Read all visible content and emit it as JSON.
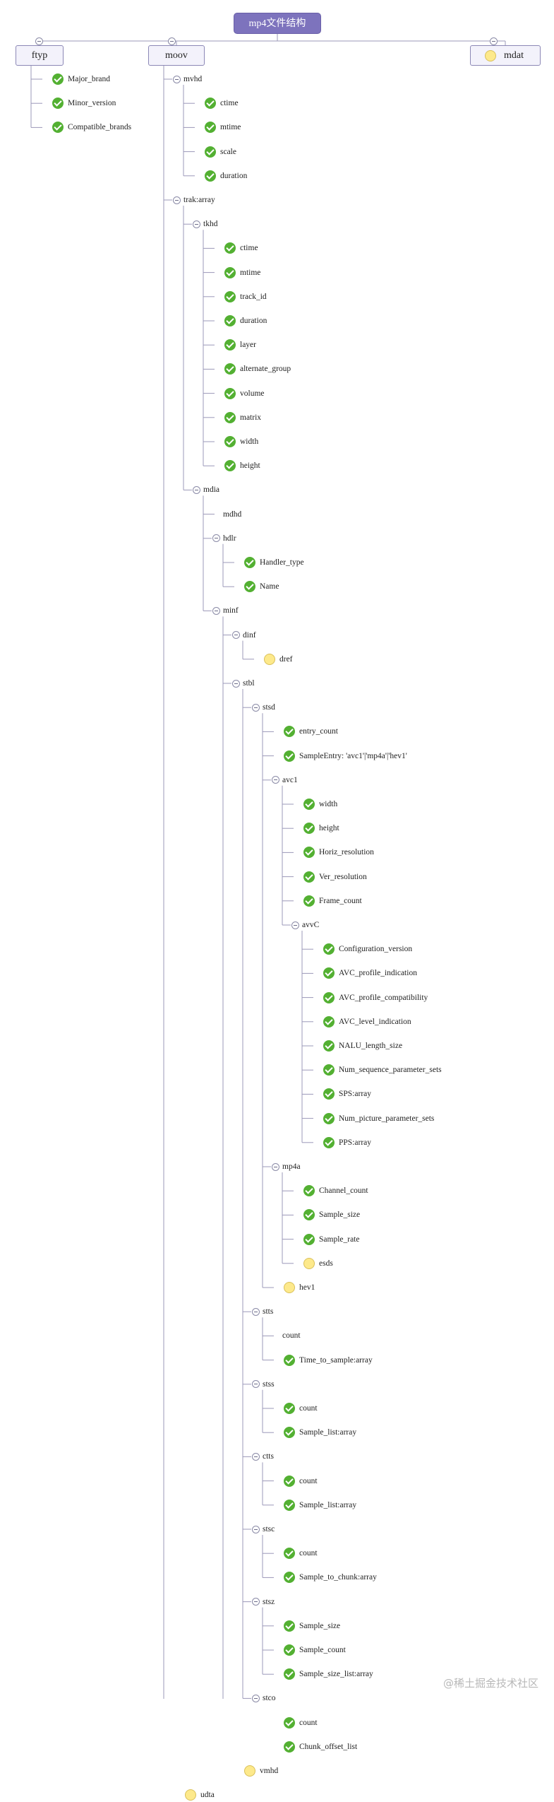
{
  "diagram": {
    "root": "mp4文件结构",
    "watermark": "@稀土掘金技术社区",
    "icons": {
      "check": "check-circle-icon",
      "dot": "yellow-dot-icon",
      "toggle": "collapse-minus-icon"
    },
    "colors": {
      "root_fill": "#7d73bd",
      "check": "#53b032",
      "dot": "#fde98b",
      "line": "#9b98b8"
    },
    "top": [
      {
        "label": "ftyp",
        "children": [
          {
            "label": "Major_brand",
            "icon": "check"
          },
          {
            "label": "Minor_version",
            "icon": "check"
          },
          {
            "label": "Compatible_brands",
            "icon": "check"
          }
        ]
      },
      {
        "label": "moov",
        "children": [
          {
            "label": "mvhd",
            "children": [
              {
                "label": "ctime",
                "icon": "check"
              },
              {
                "label": "mtime",
                "icon": "check"
              },
              {
                "label": "scale",
                "icon": "check"
              },
              {
                "label": "duration",
                "icon": "check"
              }
            ]
          },
          {
            "label": "trak:array",
            "children": [
              {
                "label": "tkhd",
                "children": [
                  {
                    "label": "ctime",
                    "icon": "check"
                  },
                  {
                    "label": "mtime",
                    "icon": "check"
                  },
                  {
                    "label": "track_id",
                    "icon": "check"
                  },
                  {
                    "label": "duration",
                    "icon": "check"
                  },
                  {
                    "label": "layer",
                    "icon": "check"
                  },
                  {
                    "label": "alternate_group",
                    "icon": "check"
                  },
                  {
                    "label": "volume",
                    "icon": "check"
                  },
                  {
                    "label": "matrix",
                    "icon": "check"
                  },
                  {
                    "label": "width",
                    "icon": "check"
                  },
                  {
                    "label": "height",
                    "icon": "check"
                  }
                ]
              },
              {
                "label": "mdia",
                "children": [
                  {
                    "label": "mdhd"
                  },
                  {
                    "label": "hdlr",
                    "children": [
                      {
                        "label": "Handler_type",
                        "icon": "check"
                      },
                      {
                        "label": "Name",
                        "icon": "check"
                      }
                    ]
                  },
                  {
                    "label": "minf",
                    "children": [
                      {
                        "label": "dinf",
                        "children": [
                          {
                            "label": "dref",
                            "icon": "dot"
                          }
                        ]
                      },
                      {
                        "label": "stbl",
                        "children": [
                          {
                            "label": "stsd",
                            "children": [
                              {
                                "label": "entry_count",
                                "icon": "check"
                              },
                              {
                                "label": "SampleEntry: 'avc1'|'mp4a'|'hev1'",
                                "icon": "check"
                              },
                              {
                                "label": "avc1",
                                "children": [
                                  {
                                    "label": "width",
                                    "icon": "check"
                                  },
                                  {
                                    "label": "height",
                                    "icon": "check"
                                  },
                                  {
                                    "label": "Horiz_resolution",
                                    "icon": "check"
                                  },
                                  {
                                    "label": "Ver_resolution",
                                    "icon": "check"
                                  },
                                  {
                                    "label": "Frame_count",
                                    "icon": "check"
                                  },
                                  {
                                    "label": "avvC",
                                    "children": [
                                      {
                                        "label": "Configuration_version",
                                        "icon": "check"
                                      },
                                      {
                                        "label": "AVC_profile_indication",
                                        "icon": "check"
                                      },
                                      {
                                        "label": "AVC_profile_compatibility",
                                        "icon": "check"
                                      },
                                      {
                                        "label": "AVC_level_indication",
                                        "icon": "check"
                                      },
                                      {
                                        "label": "NALU_length_size",
                                        "icon": "check"
                                      },
                                      {
                                        "label": "Num_sequence_parameter_sets",
                                        "icon": "check"
                                      },
                                      {
                                        "label": "SPS:array",
                                        "icon": "check"
                                      },
                                      {
                                        "label": "Num_picture_parameter_sets",
                                        "icon": "check"
                                      },
                                      {
                                        "label": "PPS:array",
                                        "icon": "check"
                                      }
                                    ]
                                  }
                                ]
                              },
                              {
                                "label": "mp4a",
                                "children": [
                                  {
                                    "label": "Channel_count",
                                    "icon": "check"
                                  },
                                  {
                                    "label": "Sample_size",
                                    "icon": "check"
                                  },
                                  {
                                    "label": "Sample_rate",
                                    "icon": "check"
                                  },
                                  {
                                    "label": "esds",
                                    "icon": "dot"
                                  }
                                ]
                              },
                              {
                                "label": "hev1",
                                "icon": "dot"
                              }
                            ]
                          },
                          {
                            "label": "stts",
                            "children": [
                              {
                                "label": "count"
                              },
                              {
                                "label": "Time_to_sample:array",
                                "icon": "check"
                              }
                            ]
                          },
                          {
                            "label": "stss",
                            "children": [
                              {
                                "label": "count",
                                "icon": "check"
                              },
                              {
                                "label": "Sample_list:array",
                                "icon": "check"
                              }
                            ]
                          },
                          {
                            "label": "ctts",
                            "children": [
                              {
                                "label": "count",
                                "icon": "check"
                              },
                              {
                                "label": "Sample_list:array",
                                "icon": "check"
                              }
                            ]
                          },
                          {
                            "label": "stsc",
                            "children": [
                              {
                                "label": "count",
                                "icon": "check"
                              },
                              {
                                "label": "Sample_to_chunk:array",
                                "icon": "check"
                              }
                            ]
                          },
                          {
                            "label": "stsz",
                            "children": [
                              {
                                "label": "Sample_size",
                                "icon": "check"
                              },
                              {
                                "label": "Sample_count",
                                "icon": "check"
                              },
                              {
                                "label": "Sample_size_list:array",
                                "icon": "check"
                              }
                            ]
                          },
                          {
                            "label": "stco",
                            "children": [
                              {
                                "label": "count",
                                "icon": "check"
                              },
                              {
                                "label": "Chunk_offset_list",
                                "icon": "check"
                              }
                            ]
                          }
                        ]
                      },
                      {
                        "label": "vmhd",
                        "icon": "dot"
                      }
                    ]
                  }
                ]
              }
            ]
          },
          {
            "label": "udta",
            "icon": "dot"
          }
        ]
      },
      {
        "label": "mdat",
        "icon": "dot"
      }
    ]
  }
}
